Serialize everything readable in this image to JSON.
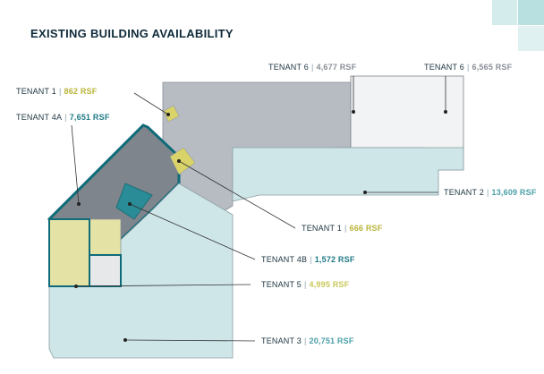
{
  "header": {
    "title": "EXISTING BUILDING AVAILABILITY"
  },
  "colors": {
    "tenant1": "#c8c95a",
    "tenant2": "#4aa0a8",
    "tenant3": "#5fb2b6",
    "tenant4a": "#1f6f7d",
    "tenant4b": "#1f6f7d",
    "tenant5": "#c8c95a",
    "tenant6": "#8a8f98",
    "title": "#0f2b3a"
  },
  "labels": [
    {
      "id": "tenant6-a",
      "name": "TENANT 6",
      "area": "4,677 RSF",
      "color": "#8a8f98"
    },
    {
      "id": "tenant6-b",
      "name": "TENANT 6",
      "area": "6,565 RSF",
      "color": "#8a8f98"
    },
    {
      "id": "tenant1-a",
      "name": "TENANT 1",
      "area": "862 RSF",
      "color": "#b9b53a"
    },
    {
      "id": "tenant4a",
      "name": "TENANT 4A",
      "area": "7,651 RSF",
      "color": "#1f7a86"
    },
    {
      "id": "tenant2",
      "name": "TENANT 2",
      "area": "13,609 RSF",
      "color": "#4aa0a8"
    },
    {
      "id": "tenant1-b",
      "name": "TENANT 1",
      "area": "666 RSF",
      "color": "#b9b53a"
    },
    {
      "id": "tenant4b",
      "name": "TENANT 4B",
      "area": "1,572 RSF",
      "color": "#1f7a86"
    },
    {
      "id": "tenant5",
      "name": "TENANT 5",
      "area": "4,995 RSF",
      "color": "#c8c95a"
    },
    {
      "id": "tenant3",
      "name": "TENANT 3",
      "area": "20,751 RSF",
      "color": "#4aa0a8"
    }
  ]
}
